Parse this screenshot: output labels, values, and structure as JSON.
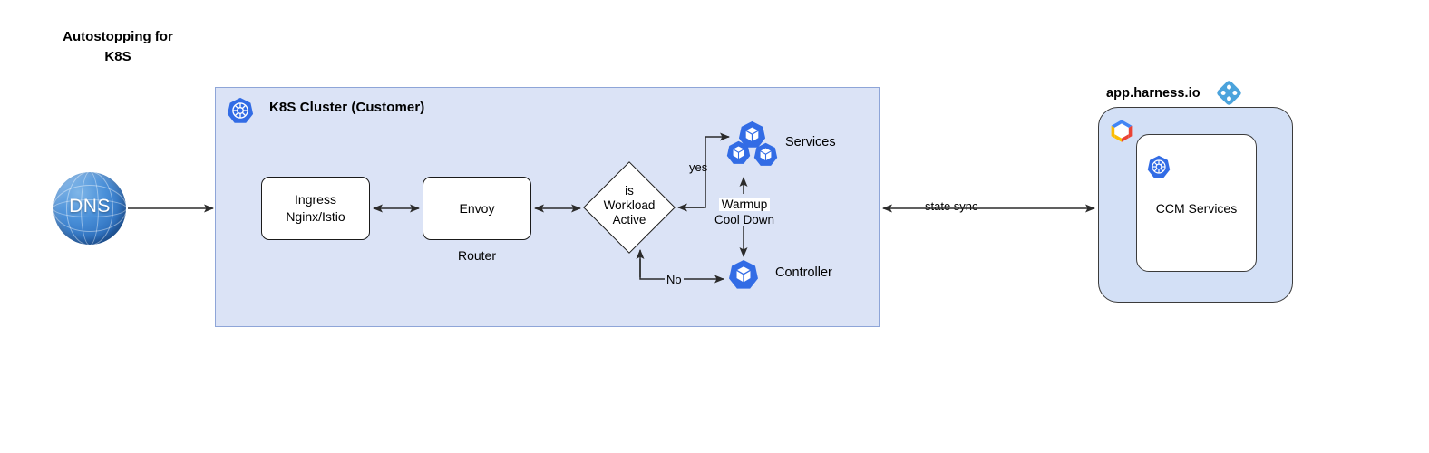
{
  "diagram": {
    "title": "Autostopping for\nK8S",
    "colors": {
      "cluster_fill": "#dbe3f6",
      "cluster_border": "#8ea5d8",
      "harness_fill": "#d3e0f6",
      "node_fill": "#ffffff",
      "node_border": "#1a1a1a",
      "pod_blue": "#326ce5",
      "dns_blue": "#4a90d9",
      "harness_logo_blue": "#4ba3dc",
      "arrow_stroke": "#3a3a3a"
    }
  },
  "cluster": {
    "title": "K8S Cluster (Customer)",
    "icon": "kubernetes-icon"
  },
  "dns": {
    "label": "DNS",
    "icon": "globe-icon"
  },
  "nodes": {
    "ingress": {
      "label": "Ingress\nNginx/Istio"
    },
    "envoy": {
      "label": "Envoy",
      "sublabel": "Router"
    },
    "decision": {
      "label": "is\nWorkload\nActive"
    },
    "services": {
      "label": "Services",
      "icon": "kubernetes-pods-icon"
    },
    "controller": {
      "label": "Controller",
      "icon": "kubernetes-pod-icon"
    }
  },
  "edges": {
    "yes": "yes",
    "no": "No",
    "warmup_line1": "Warmup",
    "warmup_line2": "Cool Down",
    "state_sync": "state sync"
  },
  "harness": {
    "title": "app.harness.io",
    "logo": "harness-logo-icon",
    "cloud_icon": "google-cloud-icon",
    "inner": {
      "label": "CCM Services",
      "icon": "kubernetes-icon"
    }
  }
}
